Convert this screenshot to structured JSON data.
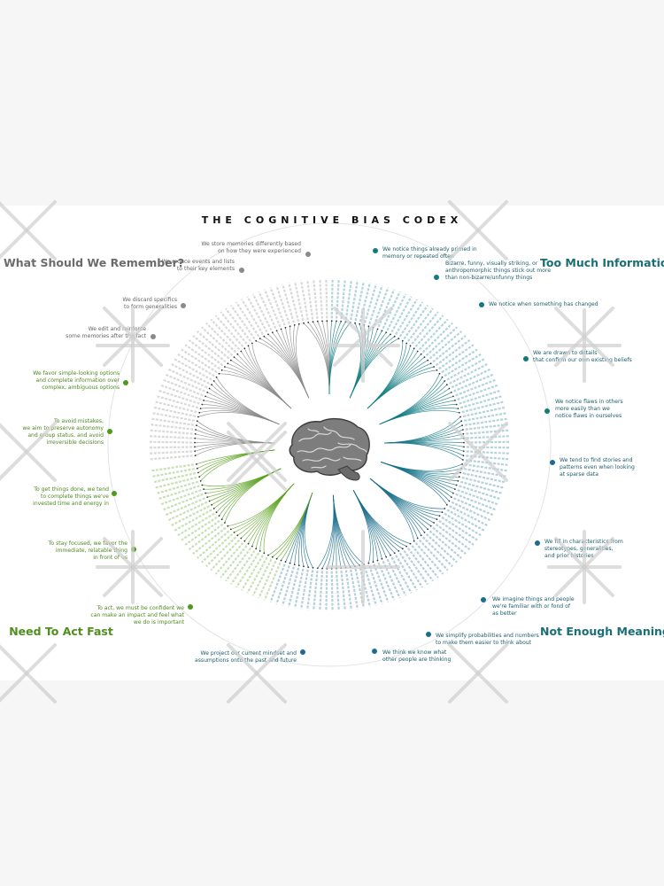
{
  "title": "THE COGNITIVE BIAS CODEX",
  "categories": {
    "top_left": "What Should We\nRemember?",
    "top_right": "Too Much\nInformation",
    "bottom_right": "Not Enough\nMeaning",
    "bottom_left": "Need To\nAct Fast"
  },
  "annotations": {
    "g1": "We store memories differently based\non how they were experienced",
    "g2": "We reduce events and lists\nto their key elements",
    "g3": "We discard specifics\nto form generalities",
    "g4": "We edit and reinforce\nsome memories after the fact",
    "t1": "We notice things already primed in\nmemory or repeated often",
    "t2": "Bizarre, funny, visually striking, or\nanthropomorphic things stick out more\nthan non-bizarre/unfunny things",
    "t3": "We notice when something has changed",
    "t4": "We are drawn to details\nthat confirm our own existing beliefs",
    "t5": "We notice flaws in others\nmore easily than we\nnotice flaws in ourselves",
    "b1": "We tend to find stories and\npatterns even when looking\nat sparse data",
    "b2": "We fill in characteristics from\nstereotypes, generalities,\nand prior histories",
    "b3": "We imagine things and people\nwe're familiar with or fond of\nas better",
    "b4": "We simplify probabilities and numbers\nto make them easier to think about",
    "b5": "We think we know what\nother people are thinking",
    "b6": "We project our current mindset and\nassumptions onto the past and future",
    "n1": "We favor simple-looking options\nand complete information over\ncomplex, ambiguous options",
    "n2": "To avoid mistakes,\nwe aim to preserve autonomy\nand group status, and avoid\nirreversible decisions",
    "n3": "To get things done, we tend\nto complete things we've\ninvested time and energy in",
    "n4": "To stay focused, we favor the\nimmediate, relatable thing\nin front of us",
    "n5": "To act, we must be confident we\ncan make an impact and feel what\nwe do is important"
  },
  "colors": {
    "gray": "#8a8a8a",
    "teal": "#147e84",
    "blue": "#1a6d8c",
    "green": "#5aa21f",
    "background": "#f6f6f6"
  },
  "icons": [
    "brain-icon",
    "watermark-icon"
  ]
}
